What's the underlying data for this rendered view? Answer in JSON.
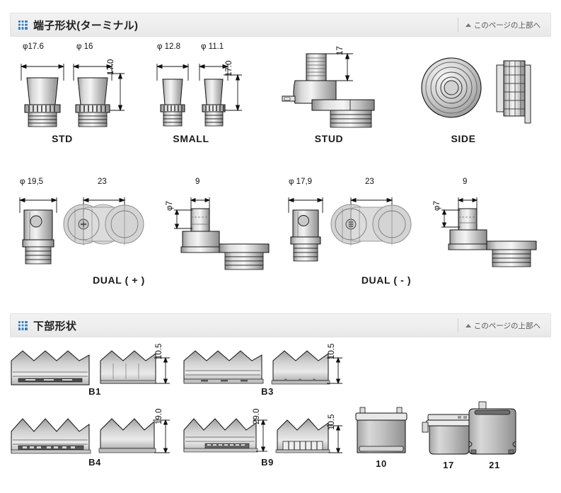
{
  "sections": [
    {
      "id": "terminal",
      "title": "端子形状(ターミナル)",
      "icon": "grid-icon",
      "top_link": "このページの上部へ",
      "top_link_icon": "triangle-up-icon",
      "rows": [
        {
          "items": [
            {
              "label": "STD",
              "dims": [
                "φ17.6",
                "φ 16",
                "17.0"
              ]
            },
            {
              "label": "SMALL",
              "dims": [
                "φ 12.8",
                "φ 11.1",
                "17.0"
              ]
            },
            {
              "label": "STUD",
              "dims": [
                "17"
              ]
            },
            {
              "label": "SIDE",
              "dims": []
            }
          ]
        },
        {
          "items": [
            {
              "label": "DUAL ( + )",
              "dims": [
                "φ 19,5",
                "23",
                "9",
                "φ7"
              ]
            },
            {
              "label": "DUAL ( - )",
              "dims": [
                "φ 17,9",
                "23",
                "9",
                "φ7"
              ]
            }
          ]
        }
      ]
    },
    {
      "id": "bottom",
      "title": "下部形状",
      "icon": "grid-icon",
      "top_link": "このページの上部へ",
      "top_link_icon": "triangle-up-icon",
      "rows": [
        {
          "items": [
            {
              "label": "B1",
              "dims": [
                "10.5"
              ]
            },
            {
              "label": "B3",
              "dims": [
                "10.5"
              ]
            }
          ]
        },
        {
          "items": [
            {
              "label": "B4",
              "dims": [
                "19.0"
              ]
            },
            {
              "label": "B9",
              "dims": [
                "29.0",
                "10.5"
              ]
            },
            {
              "label": "10",
              "dims": []
            },
            {
              "label": "17",
              "dims": []
            },
            {
              "label": "21",
              "dims": []
            }
          ]
        }
      ]
    }
  ],
  "colors": {
    "header_bg": "#eeeeee",
    "icon_blue": "#3f7fc1",
    "metal_light": "#f2f2f2",
    "metal_mid": "#b8b8b8",
    "metal_dark": "#8a8a8a",
    "line": "#1a1a1a"
  }
}
